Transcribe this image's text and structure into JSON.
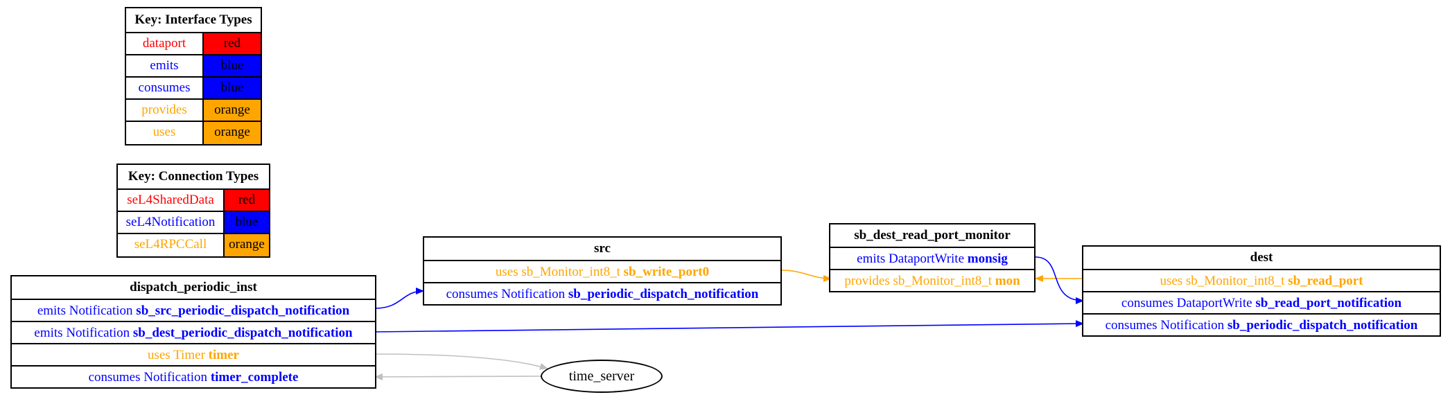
{
  "key_interface": {
    "title": "Key: Interface Types",
    "rows": [
      {
        "name": "dataport",
        "color_label": "red",
        "text_color": "#ff0000",
        "fill": "#ff0000"
      },
      {
        "name": "emits",
        "color_label": "blue",
        "text_color": "#0000ff",
        "fill": "#0000ff"
      },
      {
        "name": "consumes",
        "color_label": "blue",
        "text_color": "#0000ff",
        "fill": "#0000ff"
      },
      {
        "name": "provides",
        "color_label": "orange",
        "text_color": "#ffa500",
        "fill": "#ffa500"
      },
      {
        "name": "uses",
        "color_label": "orange",
        "text_color": "#ffa500",
        "fill": "#ffa500"
      }
    ]
  },
  "key_connection": {
    "title": "Key: Connection Types",
    "rows": [
      {
        "name": "seL4SharedData",
        "color_label": "red",
        "text_color": "#ff0000",
        "fill": "#ff0000"
      },
      {
        "name": "seL4Notification",
        "color_label": "blue",
        "text_color": "#0000ff",
        "fill": "#0000ff"
      },
      {
        "name": "seL4RPCCall",
        "color_label": "orange",
        "text_color": "#ffa500",
        "fill": "#ffa500"
      }
    ]
  },
  "dispatch": {
    "title": "dispatch_periodic_inst",
    "r1_prefix": "emits Notification ",
    "r1_name": "sb_src_periodic_dispatch_notification",
    "r2_prefix": "emits Notification ",
    "r2_name": "sb_dest_periodic_dispatch_notification",
    "r3_prefix": "uses Timer ",
    "r3_name": "timer",
    "r4_prefix": "consumes Notification ",
    "r4_name": "timer_complete"
  },
  "src": {
    "title": "src",
    "r1_prefix": "uses sb_Monitor_int8_t ",
    "r1_name": "sb_write_port0",
    "r2_prefix": "consumes Notification ",
    "r2_name": "sb_periodic_dispatch_notification"
  },
  "monitor": {
    "title": "sb_dest_read_port_monitor",
    "r1_prefix": "emits DataportWrite ",
    "r1_name": "monsig",
    "r2_prefix": "provides sb_Monitor_int8_t ",
    "r2_name": "mon"
  },
  "dest": {
    "title": "dest",
    "r1_prefix": "uses sb_Monitor_int8_t ",
    "r1_name": "sb_read_port",
    "r2_prefix": "consumes DataportWrite ",
    "r2_name": "sb_read_port_notification",
    "r3_prefix": "consumes Notification ",
    "r3_name": "sb_periodic_dispatch_notification"
  },
  "time_server": {
    "label": "time_server"
  },
  "colors": {
    "blue": "#0000ff",
    "orange": "#ffa500",
    "red": "#ff0000",
    "gray": "#c0c0c0"
  }
}
